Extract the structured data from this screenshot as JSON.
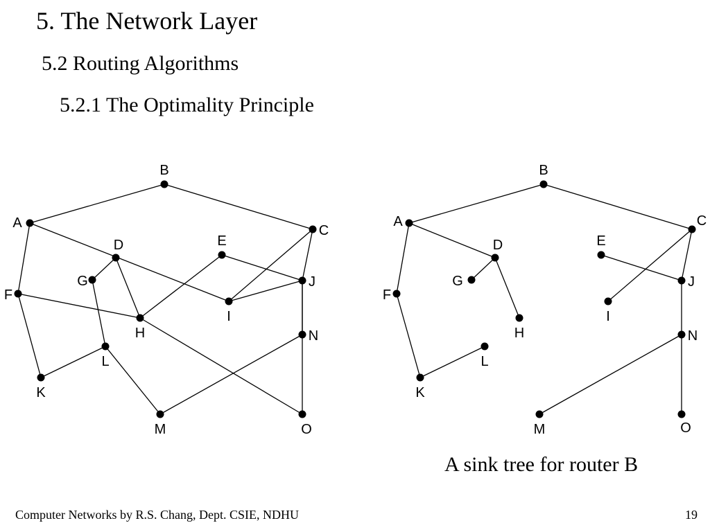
{
  "slide": {
    "title": "5. The Network Layer",
    "section": "5.2 Routing Algorithms",
    "subsection": "5.2.1 The Optimality Principle",
    "caption": "A sink tree for router B",
    "footer": "Computer Networks by R.S. Chang, Dept. CSIE, NDHU",
    "page_number": "19"
  },
  "diagram": {
    "nodes": [
      "A",
      "B",
      "C",
      "D",
      "E",
      "F",
      "G",
      "H",
      "I",
      "J",
      "K",
      "L",
      "M",
      "N",
      "O"
    ],
    "network_edges": [
      [
        "A",
        "B"
      ],
      [
        "B",
        "C"
      ],
      [
        "A",
        "F"
      ],
      [
        "A",
        "I"
      ],
      [
        "F",
        "K"
      ],
      [
        "F",
        "H"
      ],
      [
        "D",
        "G"
      ],
      [
        "D",
        "H"
      ],
      [
        "G",
        "L"
      ],
      [
        "L",
        "K"
      ],
      [
        "L",
        "M"
      ],
      [
        "H",
        "E"
      ],
      [
        "H",
        "O"
      ],
      [
        "E",
        "J"
      ],
      [
        "C",
        "I"
      ],
      [
        "C",
        "J"
      ],
      [
        "I",
        "J"
      ],
      [
        "J",
        "N"
      ],
      [
        "J",
        "O"
      ],
      [
        "N",
        "M"
      ]
    ],
    "sink_tree_edges": [
      [
        "A",
        "B"
      ],
      [
        "B",
        "C"
      ],
      [
        "A",
        "F"
      ],
      [
        "A",
        "D"
      ],
      [
        "D",
        "G"
      ],
      [
        "D",
        "H"
      ],
      [
        "F",
        "K"
      ],
      [
        "K",
        "L"
      ],
      [
        "E",
        "J"
      ],
      [
        "C",
        "J"
      ],
      [
        "C",
        "I"
      ],
      [
        "J",
        "N"
      ],
      [
        "N",
        "O"
      ],
      [
        "N",
        "M"
      ]
    ]
  }
}
